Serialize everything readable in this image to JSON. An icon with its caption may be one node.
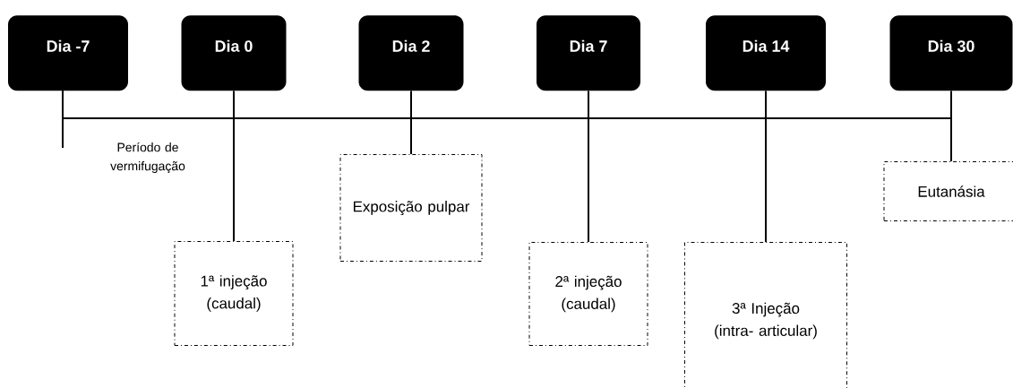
{
  "diagram": {
    "nodes": [
      {
        "text": [
          "Dia -7"
        ]
      },
      {
        "text": [
          "Dia 0"
        ]
      },
      {
        "text": [
          "Dia 2"
        ]
      },
      {
        "text": [
          "Dia 7"
        ]
      },
      {
        "text": [
          "Dia 14"
        ]
      },
      {
        "text": [
          "Dia 30"
        ]
      },
      {
        "text": [
          "1ª injeção (caudal)"
        ]
      },
      {
        "text": [
          "Exposição pulpar"
        ]
      },
      {
        "text": [
          "2ª injeção (caudal)"
        ]
      },
      {
        "text": [
          "3ª Injeção (intra- articular)"
        ]
      },
      {
        "text": [
          "Eutanásia"
        ]
      }
    ],
    "edges": [
      {
        "from": 0,
        "to": null,
        "arrow": "none"
      },
      {
        "from": 1,
        "to": 6,
        "arrow": "none"
      },
      {
        "from": 2,
        "to": 7,
        "arrow": "none"
      },
      {
        "from": 3,
        "to": 8,
        "arrow": "none"
      },
      {
        "from": 4,
        "to": 9,
        "arrow": "none"
      },
      {
        "from": 5,
        "to": 10,
        "arrow": "none"
      }
    ],
    "labels": [
      "Período de vermifugação"
    ]
  }
}
